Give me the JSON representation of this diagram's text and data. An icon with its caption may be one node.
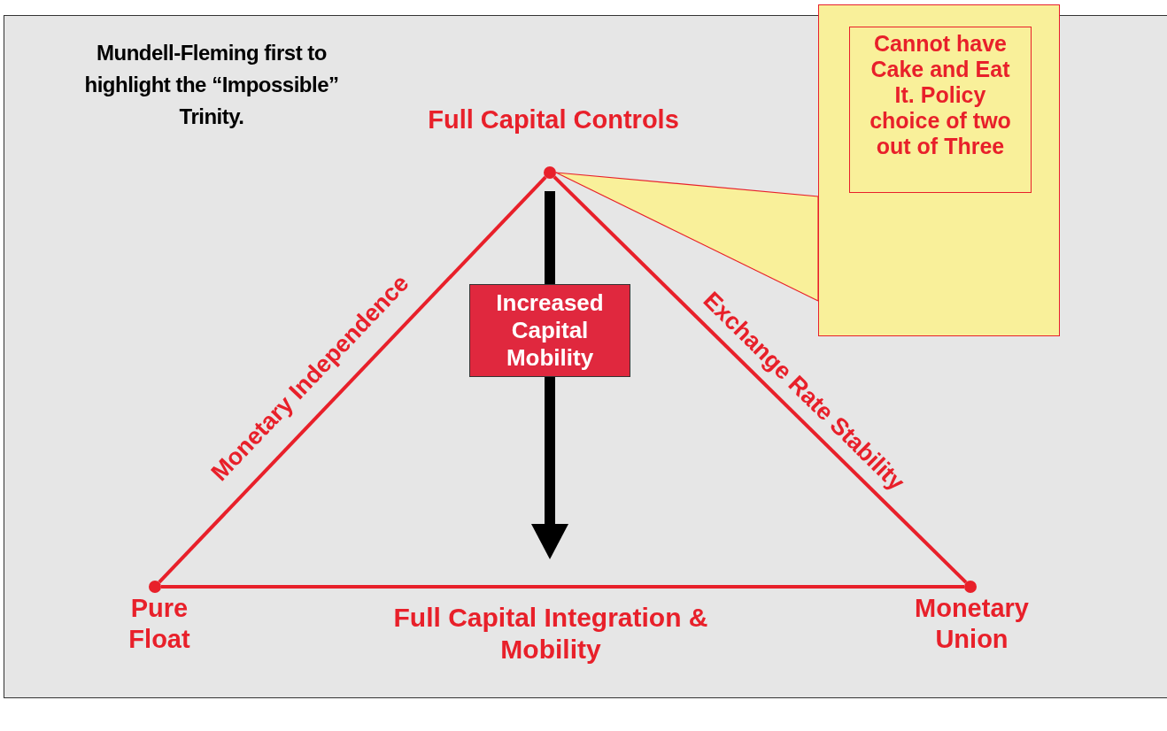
{
  "diagram": {
    "nodes": [
      {
        "text": [
          "Cannot have Cake and Eat It. Policy choice of two out of Three"
        ]
      },
      {
        "text": [
          "Full Capital Controls"
        ]
      },
      {
        "text": [],
        "shape": "circle"
      },
      {
        "text": [
          "Pure Float"
        ]
      },
      {
        "text": [],
        "shape": "circle"
      },
      {
        "text": [
          "Monetary Union"
        ]
      },
      {
        "text": [],
        "shape": "circle"
      }
    ],
    "edges": [
      {
        "from": 2,
        "to": 4,
        "arrow": "none",
        "label": "Monetary Independence"
      },
      {
        "from": 2,
        "to": 6,
        "arrow": "none",
        "label": "Exchange Rate Stability"
      },
      {
        "from": 4,
        "to": 6,
        "arrow": "none",
        "label": "Full Capital Integration & Mobility"
      },
      {
        "from": 2,
        "to": null,
        "arrow": "to",
        "label": "Increased Capital Mobility",
        "style": "thick",
        "color": "#000000"
      },
      {
        "from": 0,
        "to": 2,
        "arrow": "none"
      }
    ],
    "labels": [
      "Mundell-Fleming  first to highlight the “Impossible” Trinity."
    ]
  }
}
